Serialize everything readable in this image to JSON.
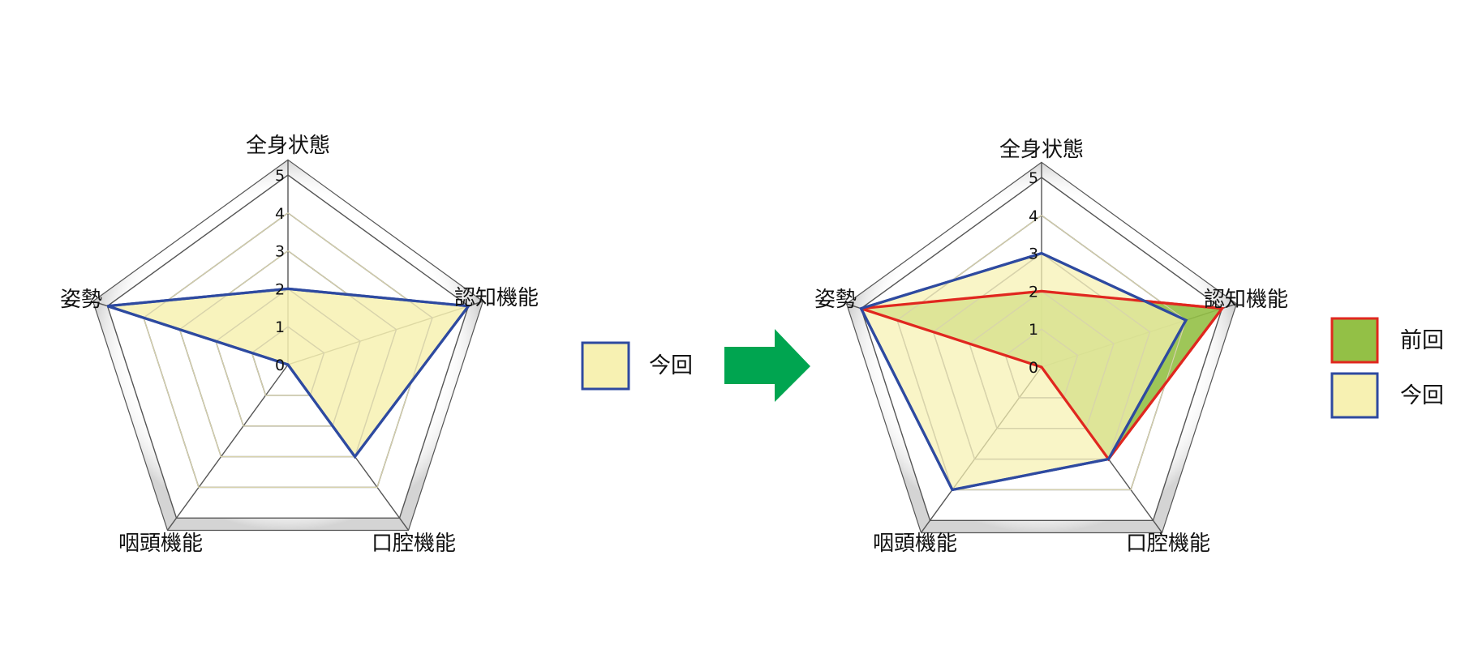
{
  "colors": {
    "grid": "#555555",
    "inner_grid": "#d8d3ad",
    "current_stroke": "#2e4aa0",
    "current_fill": "#f7f1b2",
    "previous_stroke": "#e0271f",
    "previous_fill": "#93c046",
    "arrow": "#00a550"
  },
  "icons": {
    "transition": "right-arrow-icon"
  },
  "chart_data": [
    {
      "type": "radar",
      "axes": [
        "全身状態",
        "認知機能",
        "口腔機能",
        "咽頭機能",
        "姿勢"
      ],
      "ticks": [
        "0",
        "1",
        "2",
        "3",
        "4",
        "5"
      ],
      "range": [
        0,
        5
      ],
      "series": [
        {
          "name": "今回",
          "values": [
            2,
            5,
            3,
            0,
            5
          ]
        }
      ],
      "legend": [
        "今回"
      ]
    },
    {
      "type": "radar",
      "axes": [
        "全身状態",
        "認知機能",
        "口腔機能",
        "咽頭機能",
        "姿勢"
      ],
      "ticks": [
        "0",
        "1",
        "2",
        "3",
        "4",
        "5"
      ],
      "range": [
        0,
        5
      ],
      "series": [
        {
          "name": "前回",
          "values": [
            2,
            5,
            3,
            0,
            5
          ]
        },
        {
          "name": "今回",
          "values": [
            3,
            4,
            3,
            4,
            5
          ]
        }
      ],
      "legend": [
        "前回",
        "今回"
      ]
    }
  ]
}
